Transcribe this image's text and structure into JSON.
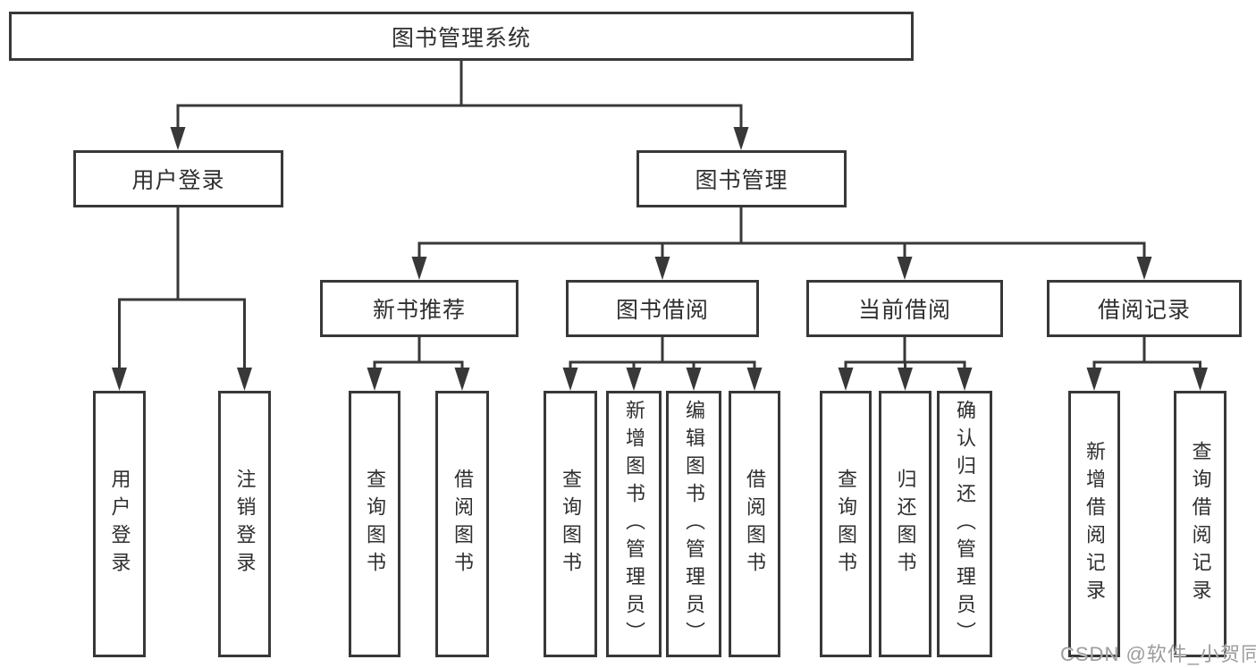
{
  "diagram": {
    "title": "图书管理系统",
    "type": "function-structure-tree",
    "nodes": [
      {
        "id": "root",
        "label": "图书管理系统",
        "parent": null
      },
      {
        "id": "user-login",
        "label": "用户登录",
        "parent": "root"
      },
      {
        "id": "book-mgmt",
        "label": "图书管理",
        "parent": "root"
      },
      {
        "id": "new-book-rec",
        "label": "新书推荐",
        "parent": "book-mgmt"
      },
      {
        "id": "book-borrow",
        "label": "图书借阅",
        "parent": "book-mgmt"
      },
      {
        "id": "current-borrow",
        "label": "当前借阅",
        "parent": "book-mgmt"
      },
      {
        "id": "borrow-records",
        "label": "借阅记录",
        "parent": "book-mgmt"
      },
      {
        "id": "leaf-user-login",
        "label": "用户登录",
        "parent": "user-login"
      },
      {
        "id": "leaf-logout-login",
        "label": "注销登录",
        "parent": "user-login"
      },
      {
        "id": "leaf-query-book-rec",
        "label": "查询图书",
        "parent": "new-book-rec"
      },
      {
        "id": "leaf-borrow-book-rec",
        "label": "借阅图书",
        "parent": "new-book-rec"
      },
      {
        "id": "leaf-query-book-borrow",
        "label": "查询图书",
        "parent": "book-borrow"
      },
      {
        "id": "leaf-add-book",
        "label": "新增图书（管理员）",
        "parent": "book-borrow"
      },
      {
        "id": "leaf-edit-book",
        "label": "编辑图书（管理员）",
        "parent": "book-borrow"
      },
      {
        "id": "leaf-borrow-book",
        "label": "借阅图书",
        "parent": "book-borrow"
      },
      {
        "id": "leaf-query-book-current",
        "label": "查询图书",
        "parent": "current-borrow"
      },
      {
        "id": "leaf-return-book",
        "label": "归还图书",
        "parent": "current-borrow"
      },
      {
        "id": "leaf-confirm-return",
        "label": "确认归还（管理员）",
        "parent": "current-borrow"
      },
      {
        "id": "leaf-add-borrow-record",
        "label": "新增借阅记录",
        "parent": "borrow-records"
      },
      {
        "id": "leaf-query-borrow-record",
        "label": "查询借阅记录",
        "parent": "borrow-records"
      }
    ]
  },
  "watermark": {
    "text": "CSDN @软件_小贺同学"
  },
  "colors": {
    "line": "#383838",
    "box_border": "#383838",
    "box_fill": "#ffffff",
    "text": "#2f2f2f",
    "watermark": "#9c9c9c",
    "background": "#ffffff"
  }
}
